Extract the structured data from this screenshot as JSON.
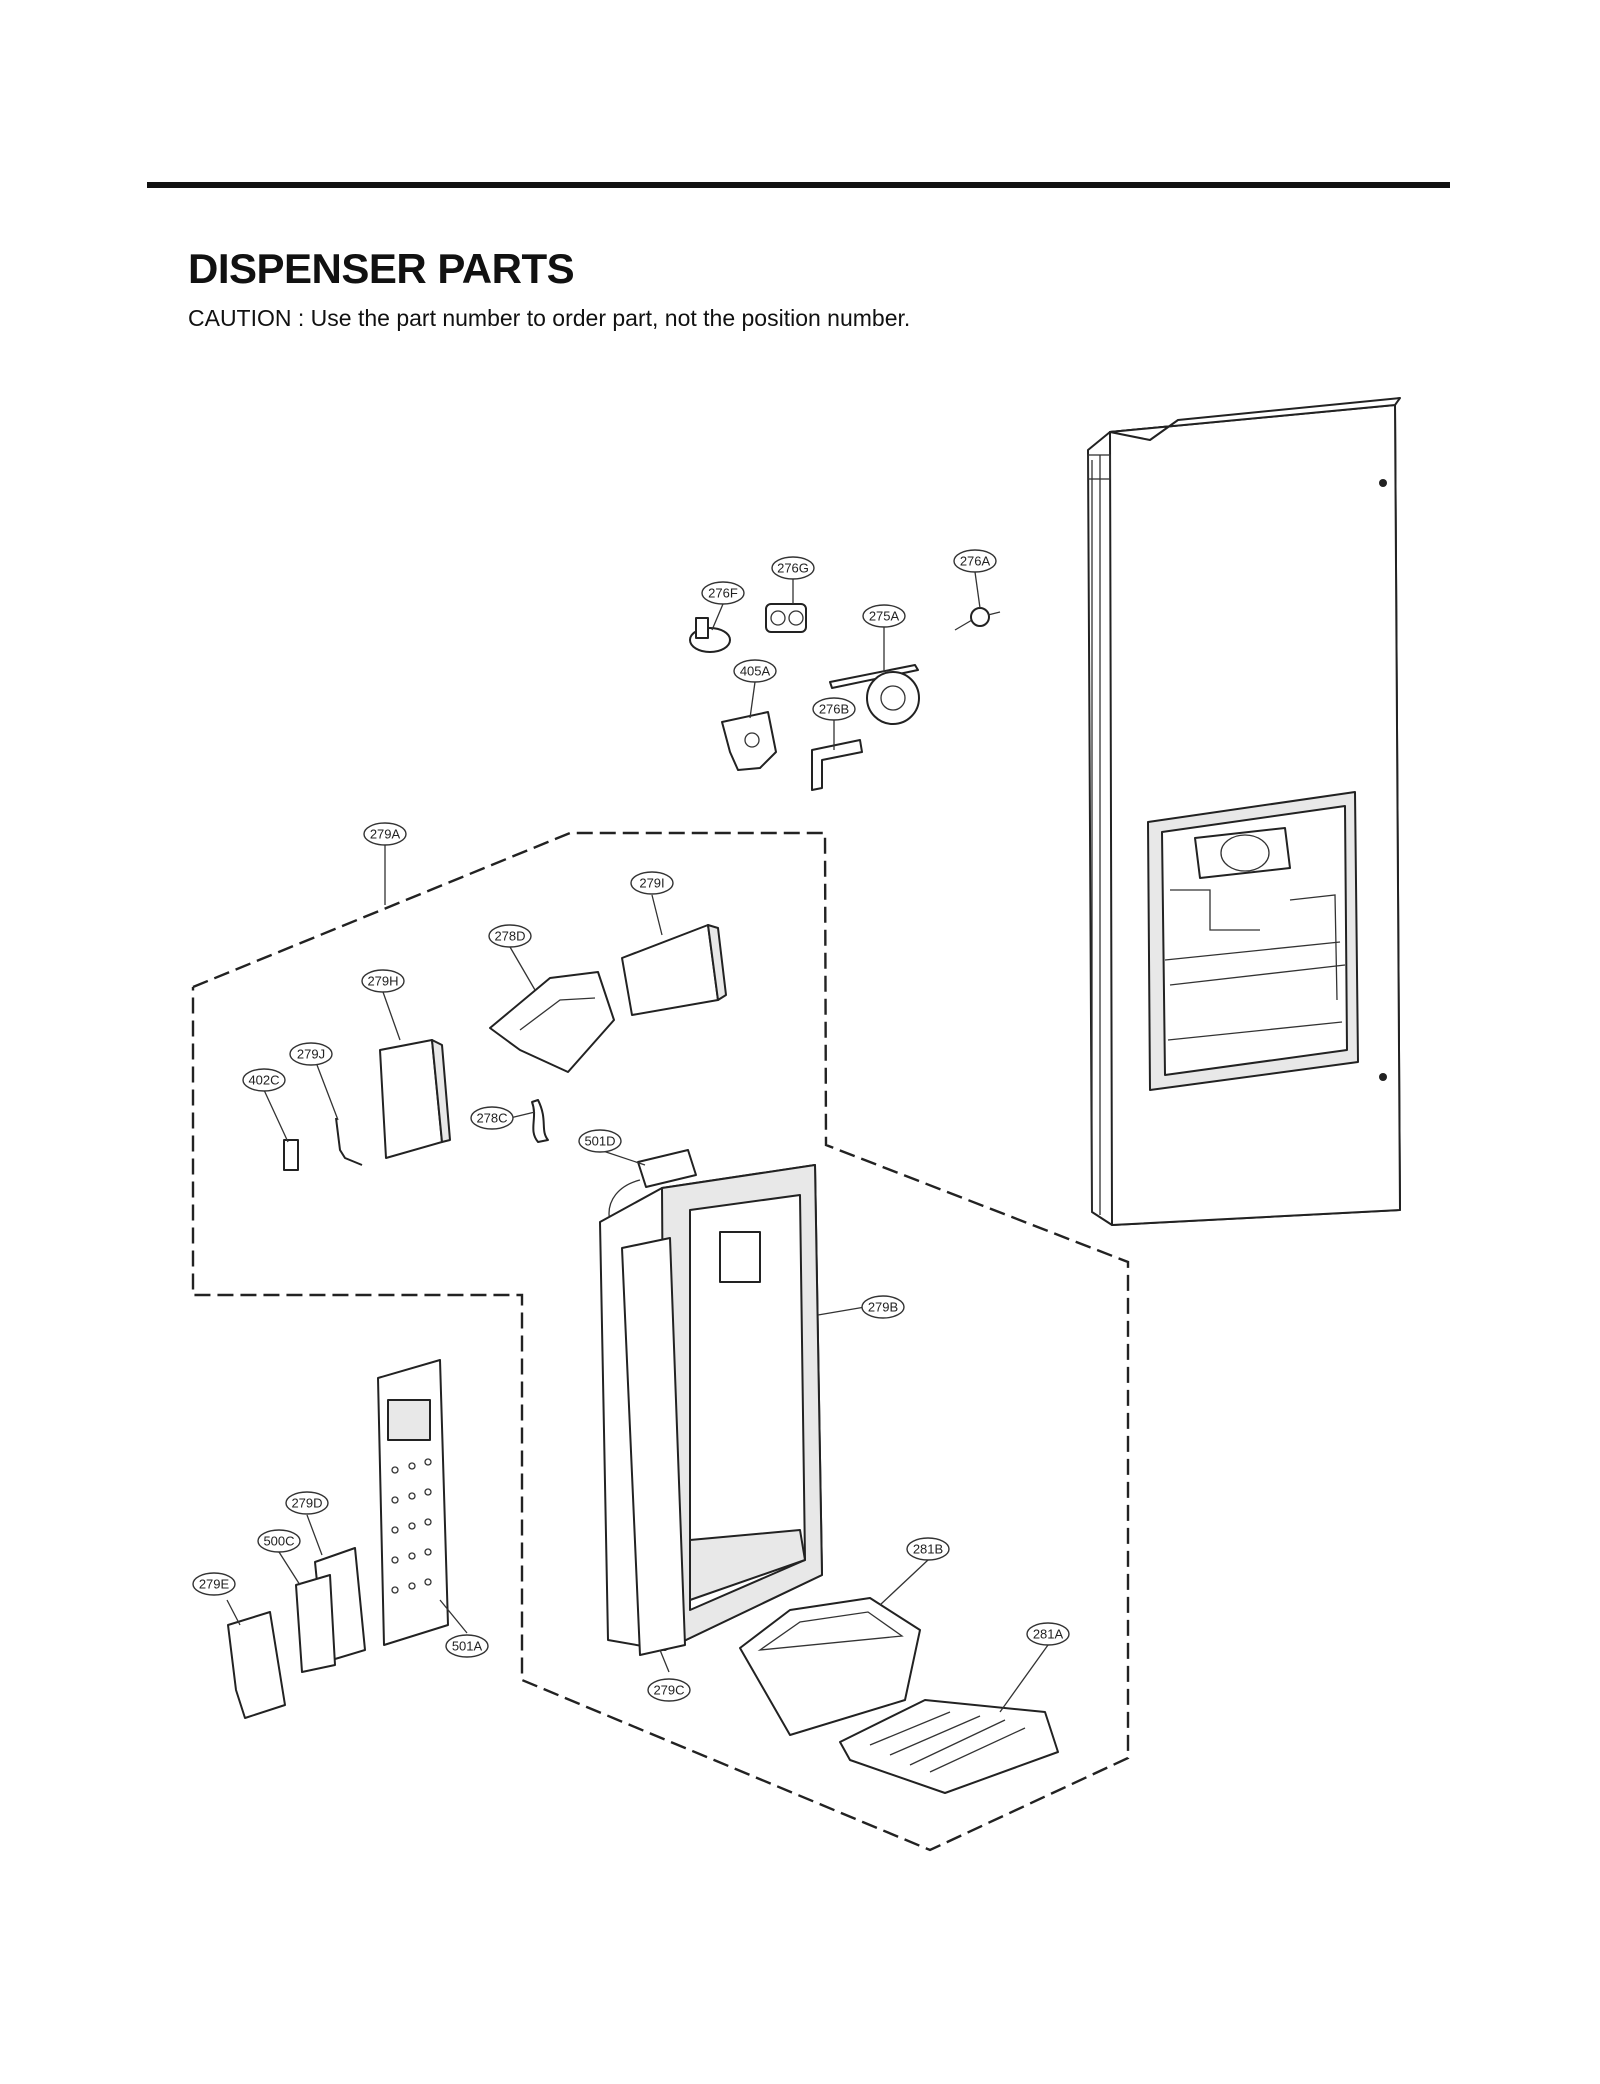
{
  "header": {
    "title": "DISPENSER PARTS",
    "caution": "CAUTION : Use the part number to order part, not the position number."
  },
  "labels": [
    {
      "id": "276G",
      "text": "276G"
    },
    {
      "id": "276F",
      "text": "276F"
    },
    {
      "id": "276A",
      "text": "276A"
    },
    {
      "id": "275A",
      "text": "275A"
    },
    {
      "id": "405A",
      "text": "405A"
    },
    {
      "id": "276B",
      "text": "276B"
    },
    {
      "id": "279A",
      "text": "279A"
    },
    {
      "id": "279I",
      "text": "279I"
    },
    {
      "id": "278D",
      "text": "278D"
    },
    {
      "id": "279H",
      "text": "279H"
    },
    {
      "id": "279J",
      "text": "279J"
    },
    {
      "id": "402C",
      "text": "402C"
    },
    {
      "id": "278C",
      "text": "278C"
    },
    {
      "id": "501D",
      "text": "501D"
    },
    {
      "id": "279B",
      "text": "279B"
    },
    {
      "id": "279D",
      "text": "279D"
    },
    {
      "id": "500C",
      "text": "500C"
    },
    {
      "id": "279E",
      "text": "279E"
    },
    {
      "id": "501A",
      "text": "501A"
    },
    {
      "id": "281B",
      "text": "281B"
    },
    {
      "id": "281A",
      "text": "281A"
    },
    {
      "id": "279C",
      "text": "279C"
    }
  ]
}
